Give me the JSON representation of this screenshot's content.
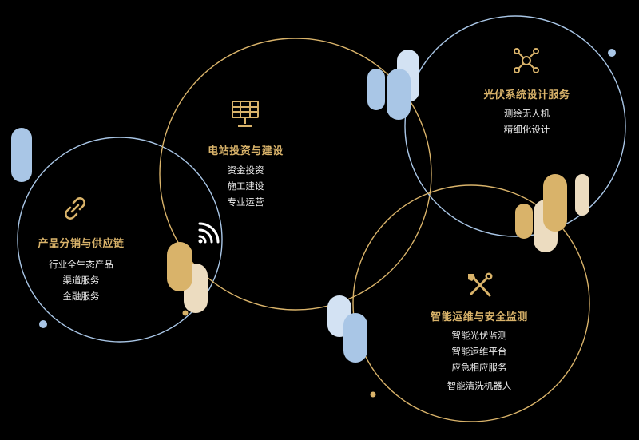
{
  "colors": {
    "gold": "#d9b36a",
    "gold_light": "#ecdcc0",
    "blue": "#a9c6e6",
    "blue_light": "#d3e2f3",
    "text": "#e9e9e9",
    "background": "#000000"
  },
  "sections": [
    {
      "key": "product",
      "title": "产品分销与供应链",
      "icon": "link-chain-icon",
      "items": [
        "行业全生态产品",
        "渠道服务",
        "金融服务"
      ]
    },
    {
      "key": "station",
      "title": "电站投资与建设",
      "icon": "solar-panel-icon",
      "items": [
        "资金投资",
        "施工建设",
        "专业运营"
      ]
    },
    {
      "key": "pv-design",
      "title": "光伏系统设计服务",
      "icon": "network-hub-icon",
      "items": [
        "测绘无人机",
        "精细化设计"
      ]
    },
    {
      "key": "om",
      "title": "智能运维与安全监测",
      "icon": "tools-icon",
      "items": [
        "智能光伏监测",
        "智能运维平台",
        "应急相应服务",
        "智能清洗机器人"
      ]
    }
  ]
}
